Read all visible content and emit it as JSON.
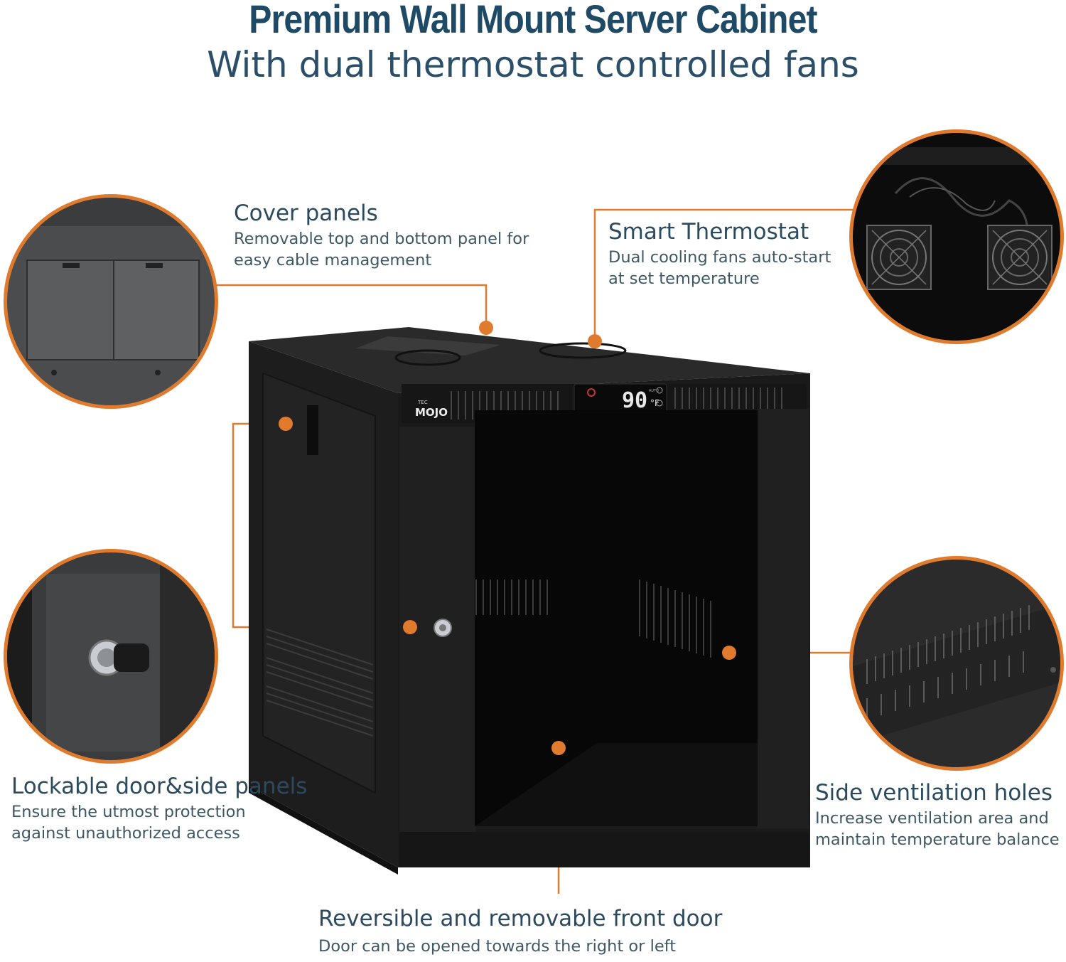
{
  "header": {
    "title": "Premium Wall Mount Server Cabinet",
    "subtitle": "With dual thermostat controlled fans"
  },
  "features": {
    "cover_panels": {
      "title": "Cover panels",
      "desc_line1": "Removable top and bottom panel for",
      "desc_line2": "easy cable management"
    },
    "smart_thermostat": {
      "title": "Smart Thermostat",
      "desc_line1": "Dual cooling fans auto-start",
      "desc_line2": "at set temperature"
    },
    "lockable": {
      "title": "Lockable door&side panels",
      "desc_line1": "Ensure the utmost protection",
      "desc_line2": "against unauthorized access"
    },
    "side_vent": {
      "title": "Side ventilation holes",
      "desc_line1": "Increase ventilation area and",
      "desc_line2": "maintain temperature balance"
    },
    "front_door": {
      "title": "Reversible and removable front door",
      "desc_line1": "Door can be opened towards the right or left"
    }
  },
  "product": {
    "brand_small": "TEC",
    "brand": "MOJO",
    "display_temp": "90",
    "display_unit": "°F",
    "display_mode": "AUTO"
  },
  "colors": {
    "accent": "#e07a2d",
    "title": "#1f4a66",
    "cabinet": "#1e1e1e"
  }
}
